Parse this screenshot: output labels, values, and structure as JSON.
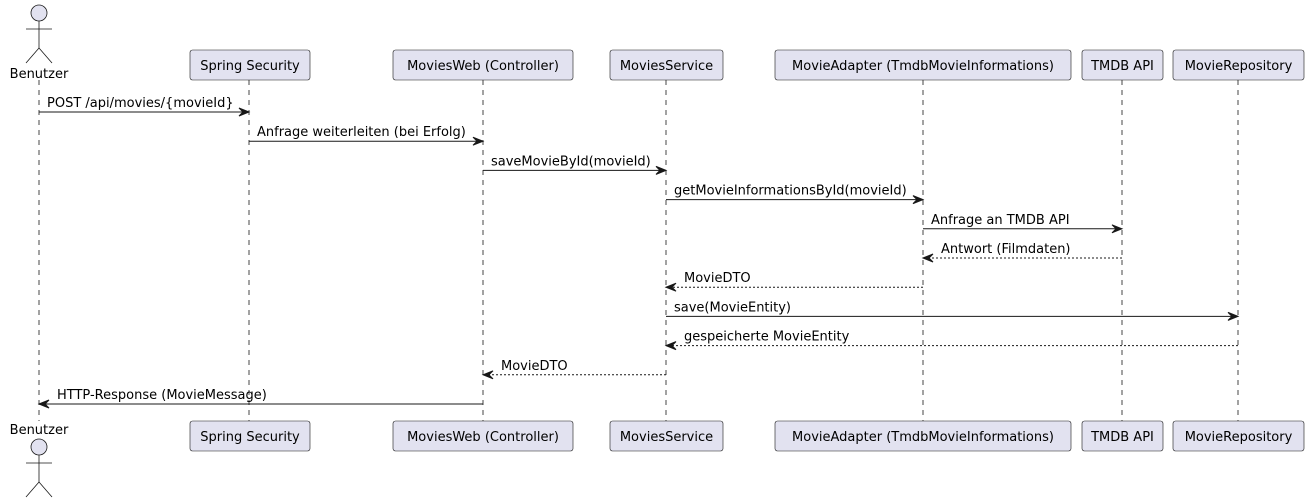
{
  "participants": [
    {
      "id": "benutzer",
      "label": "Benutzer",
      "kind": "actor"
    },
    {
      "id": "spring-security",
      "label": "Spring Security",
      "kind": "participant"
    },
    {
      "id": "moviesweb",
      "label": "MoviesWeb (Controller)",
      "kind": "participant"
    },
    {
      "id": "moviesservice",
      "label": "MoviesService",
      "kind": "participant"
    },
    {
      "id": "movieadapter",
      "label": "MovieAdapter (TmdbMovieInformations)",
      "kind": "participant"
    },
    {
      "id": "tmdb-api",
      "label": "TMDB API",
      "kind": "participant"
    },
    {
      "id": "movierepository",
      "label": "MovieRepository",
      "kind": "participant"
    }
  ],
  "messages": [
    {
      "from": 0,
      "to": 1,
      "label": "POST /api/movies/{movieId}",
      "style": "solid"
    },
    {
      "from": 1,
      "to": 2,
      "label": "Anfrage weiterleiten (bei Erfolg)",
      "style": "solid"
    },
    {
      "from": 2,
      "to": 3,
      "label": "saveMovieById(movieId)",
      "style": "solid"
    },
    {
      "from": 3,
      "to": 4,
      "label": "getMovieInformationsById(movieId)",
      "style": "solid"
    },
    {
      "from": 4,
      "to": 5,
      "label": "Anfrage an TMDB API",
      "style": "solid"
    },
    {
      "from": 5,
      "to": 4,
      "label": "Antwort (Filmdaten)",
      "style": "dashed"
    },
    {
      "from": 4,
      "to": 3,
      "label": "MovieDTO",
      "style": "dashed"
    },
    {
      "from": 3,
      "to": 6,
      "label": "save(MovieEntity)",
      "style": "solid"
    },
    {
      "from": 6,
      "to": 3,
      "label": "gespeicherte MovieEntity",
      "style": "dashed"
    },
    {
      "from": 3,
      "to": 2,
      "label": "MovieDTO",
      "style": "dashed"
    },
    {
      "from": 2,
      "to": 0,
      "label": "HTTP-Response (MovieMessage)",
      "style": "solid"
    }
  ],
  "colors": {
    "box_fill": "#e2e2f0",
    "box_stroke": "#181818",
    "lifeline": "#181818",
    "arrow": "#181818"
  }
}
